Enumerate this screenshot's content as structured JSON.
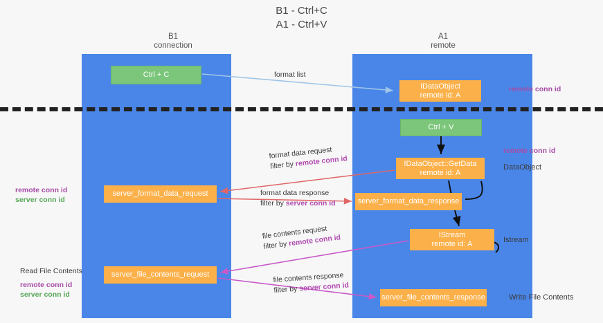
{
  "title": {
    "line1": "B1 - Ctrl+C",
    "line2": "A1 - Ctrl+V"
  },
  "lanes": [
    {
      "name": "B1",
      "sub": "connection"
    },
    {
      "name": "A1",
      "sub": "remote"
    }
  ],
  "boxes": {
    "ctrl_c": {
      "label": "Ctrl + C",
      "color": "#7bc67b"
    },
    "idataobject": {
      "line1": "IDataObject",
      "line2": "remote id: A",
      "color": "#fbb049"
    },
    "ctrl_v": {
      "label": "Ctrl + V",
      "color": "#7bc67b"
    },
    "getdata": {
      "line1": "IDataObject::GetData",
      "line2": "remote id: A",
      "color": "#fbb049"
    },
    "server_format_data_request": {
      "label": "server_format_data_request",
      "color": "#fbb049"
    },
    "server_format_data_response": {
      "label": "server_format_data_response",
      "color": "#fbb049"
    },
    "istream": {
      "line1": "IStream",
      "line2": "remote id: A",
      "color": "#fbb049"
    },
    "server_file_contents_request": {
      "label": "server_file_contents_request",
      "color": "#fbb049"
    },
    "server_file_contents_response": {
      "label": "server_file_contents_response",
      "color": "#fbb049"
    }
  },
  "edges": {
    "format_list": {
      "label": "format list",
      "color": "#9fc5e8"
    },
    "format_data_request": {
      "label": "format data request",
      "filter_prefix": "filter by ",
      "filter_key": "remote conn id",
      "color": "#e06666"
    },
    "format_data_response": {
      "label": "format data response",
      "filter_prefix": "filter by ",
      "filter_key": "server conn id",
      "color": "#e06666"
    },
    "file_contents_request": {
      "label": "file contents request",
      "filter_prefix": "filter by ",
      "filter_key": "remote conn id",
      "color": "#c85ac8"
    },
    "file_contents_response": {
      "label": "file contents response",
      "filter_prefix": "filter by ",
      "filter_key": "server conn id",
      "color": "#c85ac8"
    }
  },
  "annotations": {
    "right_remote_conn_id_top": "remote conn id",
    "right_remote_conn_id_mid": "remote conn id",
    "right_dataobject": "DataObject",
    "right_istream": "Istream",
    "right_write_file_contents": "Write File Contents",
    "left_read_file_contents": "Read File Contents",
    "left_remote_conn_id_a": "remote conn id",
    "left_server_conn_id_a": "server conn id",
    "left_remote_conn_id_b": "remote conn id",
    "left_server_conn_id_b": "server conn id"
  },
  "colors": {
    "lane": "#4a86e8",
    "green": "#7bc67b",
    "orange": "#fbb049",
    "purple": "#a64ca6",
    "green_text": "#5aa85a",
    "red_arrow": "#e06666",
    "magenta_arrow": "#c85ac8",
    "blue_arrow": "#9fc5e8",
    "background": "#f7f7f7",
    "divider": "#222222"
  }
}
